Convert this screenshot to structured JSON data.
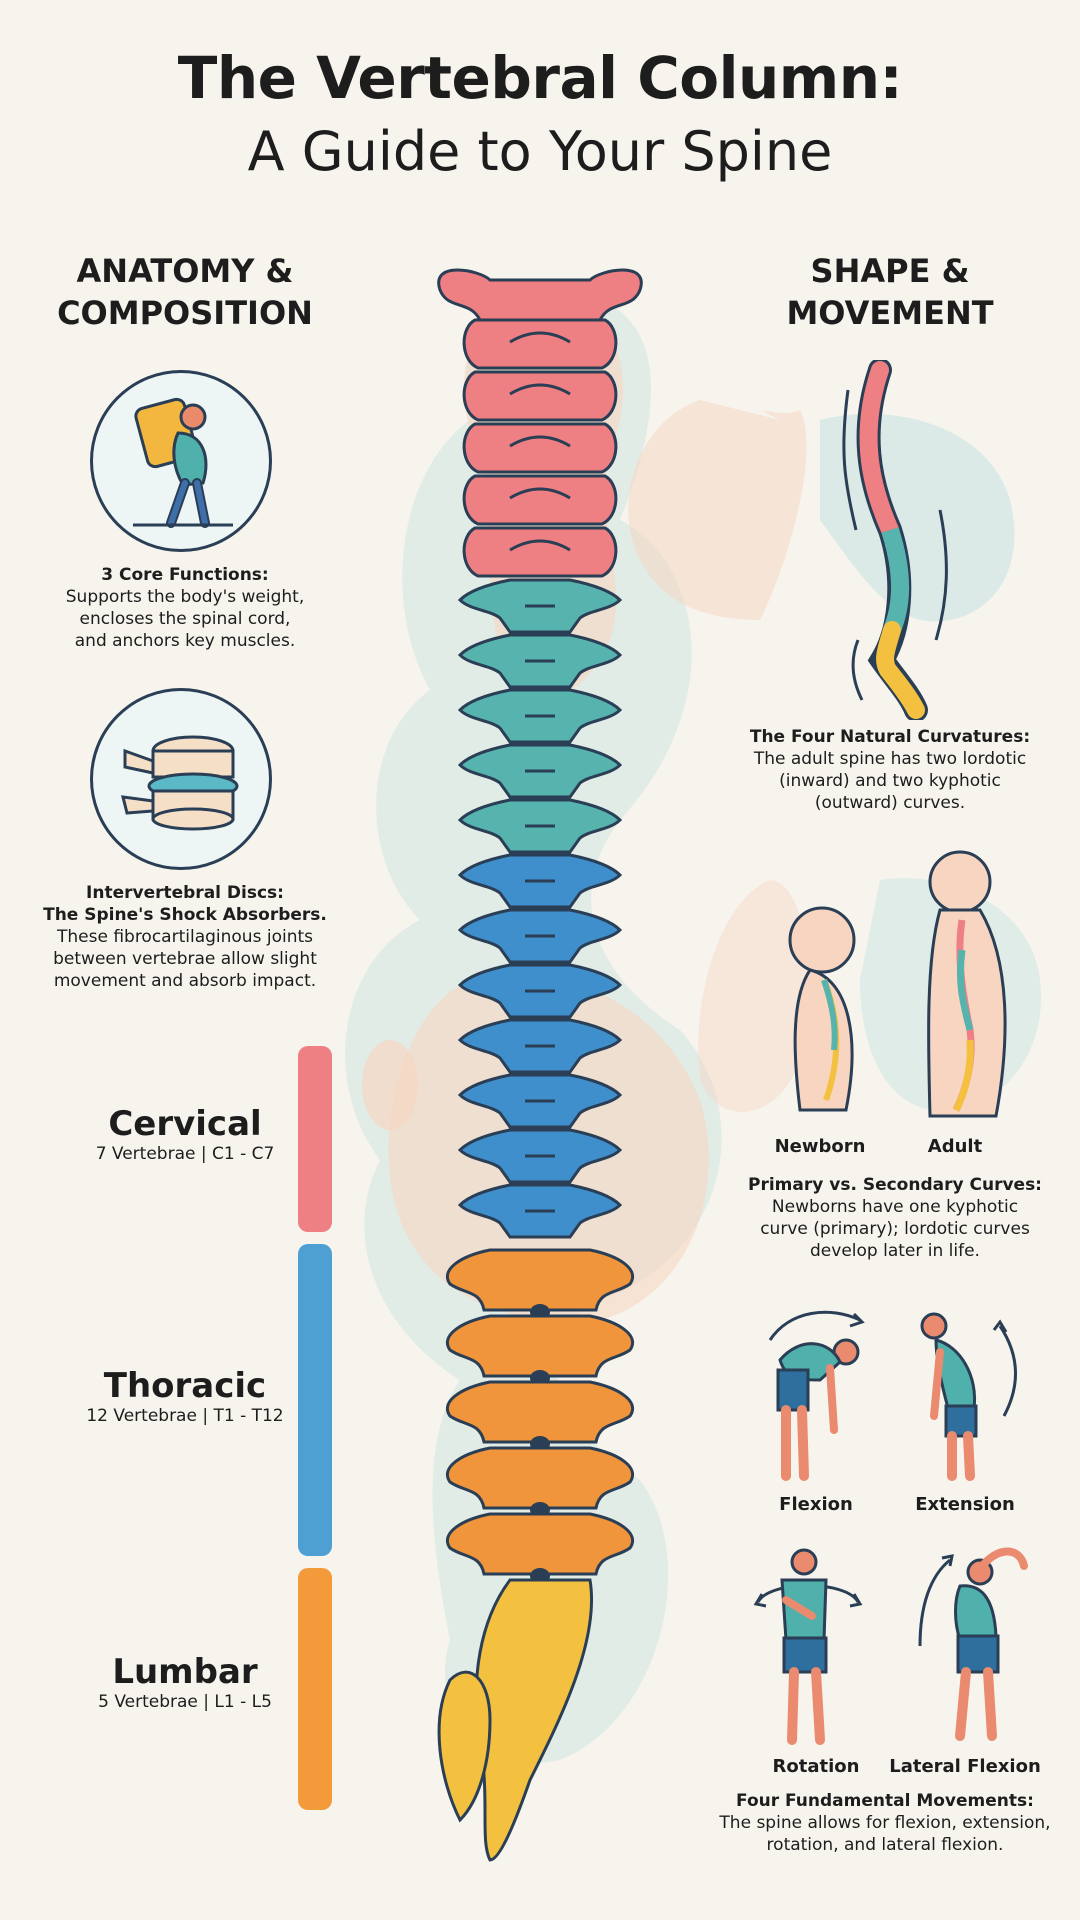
{
  "header": {
    "title": "The Vertebral Column:",
    "subtitle": "A Guide to Your Spine"
  },
  "left": {
    "heading_line1": "ANATOMY &",
    "heading_line2": "COMPOSITION",
    "functions": {
      "title": "3 Core Functions:",
      "text_line1": "Supports the body's weight,",
      "text_line2": "encloses the spinal cord,",
      "text_line3": "and anchors key muscles."
    },
    "discs": {
      "title_line1": "Intervertebral Discs:",
      "title_line2": "The Spine's Shock Absorbers.",
      "text_line1": "These fibrocartilaginous joints",
      "text_line2": "between vertebrae allow slight",
      "text_line3": "movement and absorb impact."
    },
    "regions": [
      {
        "name": "Cervical",
        "detail": "7 Vertebrae | C1 - C7",
        "color": "#ee7f83"
      },
      {
        "name": "Thoracic",
        "detail": "12 Vertebrae | T1 - T12",
        "color": "#4e9fd2"
      },
      {
        "name": "Lumbar",
        "detail": "5 Vertebrae | L1 - L5",
        "color": "#f39a3a"
      }
    ]
  },
  "right": {
    "heading_line1": "SHAPE &",
    "heading_line2": "MOVEMENT",
    "curvatures": {
      "title": "The Four Natural Curvatures:",
      "text_line1": "The adult spine has two lordotic",
      "text_line2": "(inward) and two kyphotic",
      "text_line3": "(outward) curves."
    },
    "newborn_label": "Newborn",
    "adult_label": "Adult",
    "primary": {
      "title": "Primary vs. Secondary Curves:",
      "text_line1": "Newborns have one kyphotic",
      "text_line2": "curve (primary); lordotic curves",
      "text_line3": "develop later in life."
    },
    "movements": [
      "Flexion",
      "Extension",
      "Rotation",
      "Lateral Flexion"
    ],
    "fundamental": {
      "title": "Four Fundamental Movements:",
      "text_line1": "The spine allows for flexion, extension,",
      "text_line2": "rotation, and lateral flexion."
    }
  },
  "colors": {
    "cervical": "#ee7f83",
    "thoracic_upper": "#57b3ad",
    "thoracic_lower": "#3f8fcc",
    "lumbar": "#f0953b",
    "sacrum": "#f3c13f",
    "outline": "#2a3e55",
    "background": "#f7f4ee"
  }
}
